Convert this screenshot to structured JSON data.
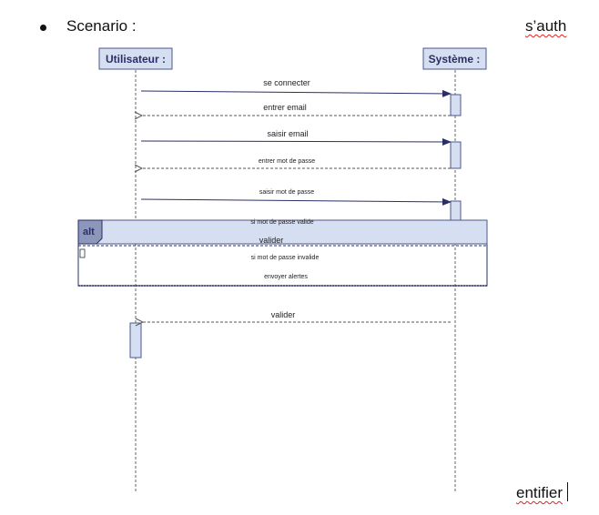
{
  "document": {
    "bullet_label": "Scenario :",
    "heading_part": "s’auth",
    "heading_continuation": "entifier"
  },
  "diagram": {
    "lifelines": {
      "user": "Utilisateur :",
      "system": "Système :"
    },
    "messages": {
      "m1": "se connecter",
      "m2": "entrer email",
      "m3": "saisir email",
      "m4": "entrer mot de passe",
      "m5": "saisir mot de passe",
      "m6": "valider",
      "m7": "envoyer alertes",
      "m8": "valider"
    },
    "fragment": {
      "operator": "alt",
      "guard1": "si mot de passe valide",
      "guard2": "si mot de passe invalide"
    }
  }
}
